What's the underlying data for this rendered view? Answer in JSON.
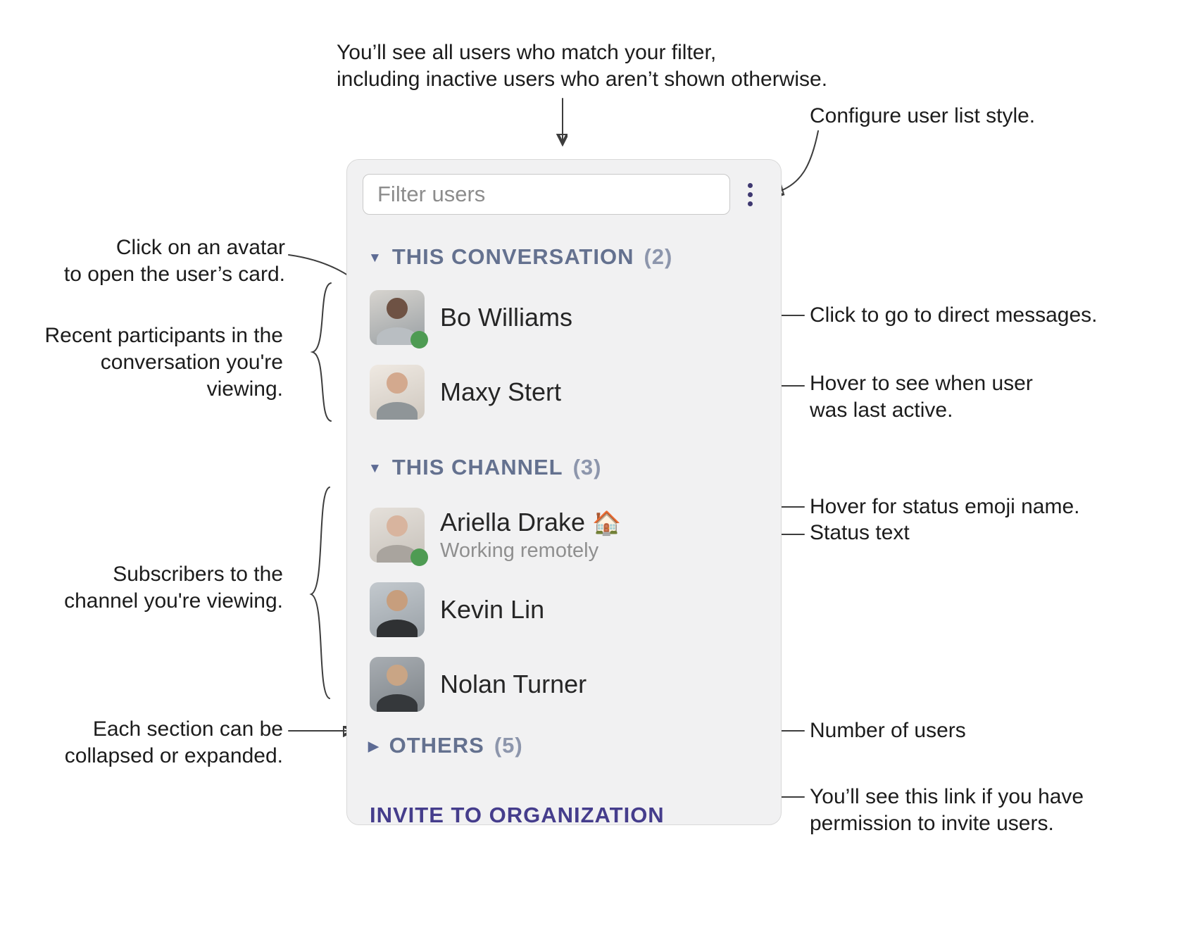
{
  "colors": {
    "accent_indigo": "#453d8c",
    "section_header_blue": "#64718f",
    "presence_green": "#4e9b53",
    "panel_background": "#f1f1f2"
  },
  "icons": {
    "expanded_triangle": "▼",
    "collapsed_triangle": "▶",
    "kebab_menu": "⋮"
  },
  "panel": {
    "filter": {
      "placeholder": "Filter users"
    },
    "sections": [
      {
        "label": "THIS CONVERSATION",
        "count": "(2)",
        "collapsed": false,
        "users": [
          {
            "name": "Bo Williams",
            "online": true
          },
          {
            "name": "Maxy Stert",
            "online": false
          }
        ]
      },
      {
        "label": "THIS CHANNEL",
        "count": "(3)",
        "collapsed": false,
        "users": [
          {
            "name": "Ariella Drake",
            "emoji": "🏠",
            "status": "Working remotely",
            "online": true
          },
          {
            "name": "Kevin Lin",
            "online": false
          },
          {
            "name": "Nolan Turner",
            "online": false
          }
        ]
      },
      {
        "label": "OTHERS",
        "count": "(5)",
        "collapsed": true,
        "users": []
      }
    ],
    "invite_link": "INVITE TO ORGANIZATION"
  },
  "annotations": {
    "filter_note": "You’ll see all users who match your filter,\nincluding inactive users who aren’t shown otherwise.",
    "configure_note": "Configure user list style.",
    "avatar_note": "Click on an avatar\nto open the user’s card.",
    "recent_note": "Recent participants in the\nconversation you're viewing.",
    "dm_note": "Click to go to direct messages.",
    "last_active_note": "Hover to see when user\nwas last active.",
    "status_emoji_note": "Hover for status emoji name.",
    "status_text_note": "Status text",
    "subscribers_note": "Subscribers to the\nchannel you're viewing.",
    "collapse_note": "Each section can be\ncollapsed or expanded.",
    "count_note": "Number of users",
    "invite_note": "You’ll see this link if you have\npermission to invite users."
  }
}
